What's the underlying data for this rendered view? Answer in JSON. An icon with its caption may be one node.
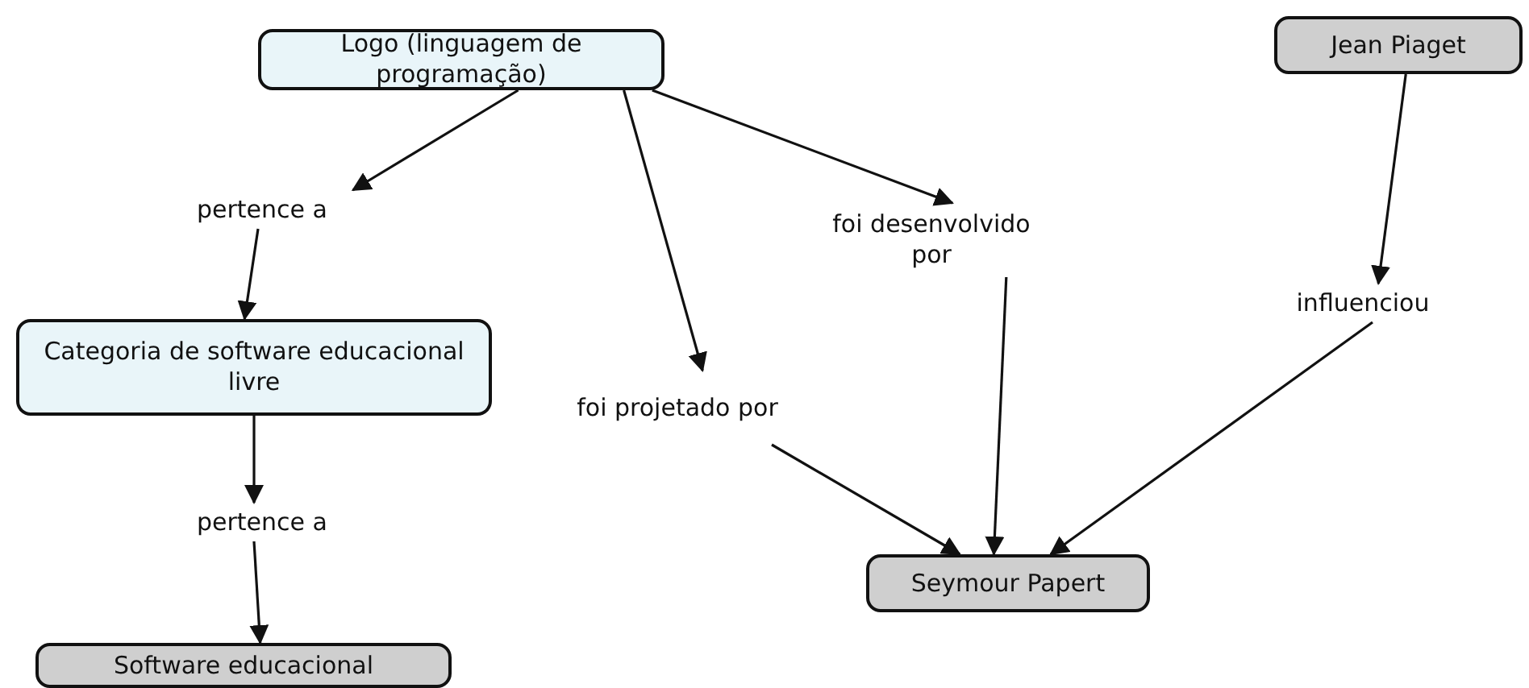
{
  "diagram": {
    "nodes": [
      {
        "text": [
          "Logo (linguagem de programação)"
        ]
      },
      {
        "text": [
          "pertence a"
        ]
      },
      {
        "text": [
          "Categoria de software educacional livre"
        ]
      },
      {
        "text": [
          "pertence a"
        ]
      },
      {
        "text": [
          "Software educacional"
        ]
      },
      {
        "text": [
          "foi projetado por"
        ]
      },
      {
        "text": [
          "foi desenvolvido por"
        ]
      },
      {
        "text": [
          "Jean Piaget"
        ]
      },
      {
        "text": [
          "influenciou"
        ]
      },
      {
        "text": [
          "Seymour Papert"
        ]
      }
    ],
    "edges": [
      {
        "from": 0,
        "to": 1,
        "arrow": "to"
      },
      {
        "from": 1,
        "to": 2,
        "arrow": "to"
      },
      {
        "from": 2,
        "to": 3,
        "arrow": "to"
      },
      {
        "from": 3,
        "to": 4,
        "arrow": "to"
      },
      {
        "from": 0,
        "to": 5,
        "arrow": "to"
      },
      {
        "from": 0,
        "to": 6,
        "arrow": "to"
      },
      {
        "from": 5,
        "to": 9,
        "arrow": "to"
      },
      {
        "from": 6,
        "to": 9,
        "arrow": "to"
      },
      {
        "from": 7,
        "to": 8,
        "arrow": "to"
      },
      {
        "from": 8,
        "to": 9,
        "arrow": "to"
      }
    ]
  }
}
